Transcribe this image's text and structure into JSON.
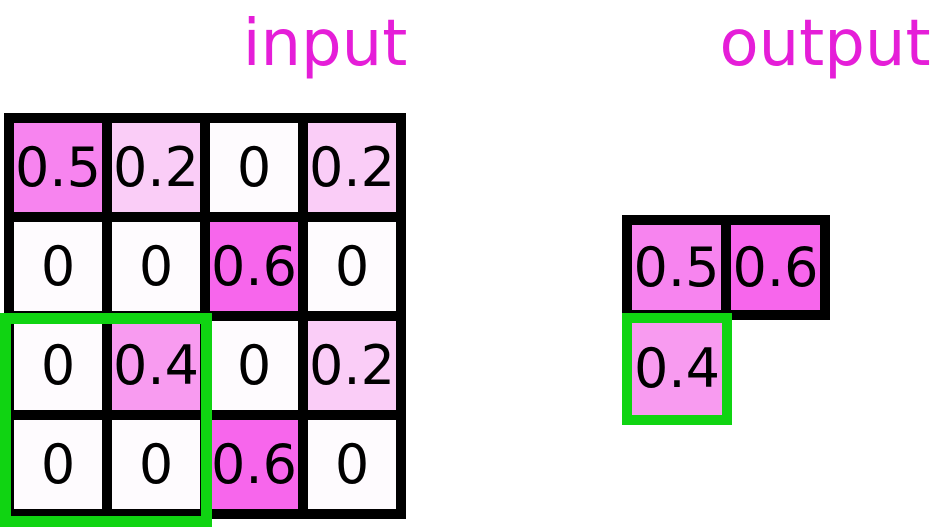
{
  "titles": {
    "input": "input",
    "output": "output"
  },
  "colors": {
    "title_text": "#e51ed8",
    "grid_lines": "#000000",
    "highlight_green": "#10d412",
    "cell_text": "#000000",
    "value_colors": {
      "0": "#fefbfe",
      "0.2": "#facdf7",
      "0.4": "#f89bf0",
      "0.5": "#f784ef",
      "0.6": "#f766ec"
    }
  },
  "input_grid": {
    "rows": 4,
    "cols": 4,
    "values": [
      [
        "0.5",
        "0.2",
        "0",
        "0.2"
      ],
      [
        "0",
        "0",
        "0.6",
        "0"
      ],
      [
        "0",
        "0.4",
        "0",
        "0.2"
      ],
      [
        "0",
        "0",
        "0.6",
        "0"
      ]
    ],
    "highlighted_region": {
      "row_start": 3,
      "row_end": 4,
      "col_start": 1,
      "col_end": 2
    }
  },
  "output_grid": {
    "top_row": [
      "0.5",
      "0.6"
    ],
    "highlight_cell": "0.4"
  }
}
